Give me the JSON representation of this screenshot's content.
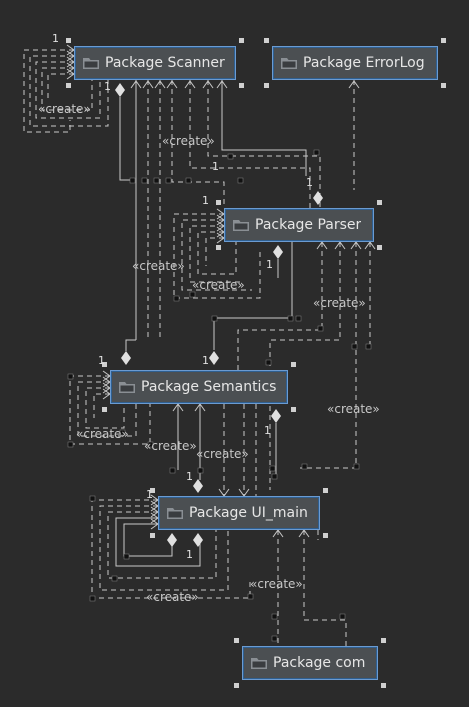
{
  "diagram": {
    "packages": [
      {
        "id": "scanner",
        "label": "Package Scanner"
      },
      {
        "id": "errorlog",
        "label": "Package ErrorLog"
      },
      {
        "id": "parser",
        "label": "Package Parser"
      },
      {
        "id": "semantics",
        "label": "Package Semantics"
      },
      {
        "id": "ui",
        "label": "Package UI_main"
      },
      {
        "id": "com",
        "label": "Package com"
      }
    ],
    "stereotype": "«create»",
    "multiplicity": "1",
    "colors": {
      "background": "#2b2b2b",
      "box_fill": "#4b4f52",
      "box_border": "#6b9bd1",
      "line": "#c8c8c8",
      "text": "#e6e6e6"
    },
    "icon": "folder-icon"
  }
}
